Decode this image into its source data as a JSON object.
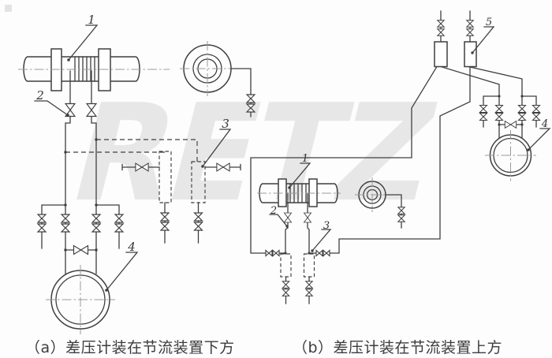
{
  "watermark": {
    "text": "RETZ",
    "color": "#e7e7e7"
  },
  "panel_a": {
    "caption": "（a）差压计装在节流装置下方",
    "labels": {
      "orifice": "1",
      "root_valve": "2",
      "condensate_pot": "3",
      "dp_gauge": "4"
    }
  },
  "panel_b": {
    "caption": "（b）差压计装在节流装置上方",
    "labels": {
      "orifice": "1",
      "root_valve": "2",
      "condensate_pot": "3",
      "dp_gauge": "4",
      "gas_collector": "5"
    }
  },
  "colors": {
    "line": "#3f3f3f",
    "centerline": "#9a9a9a",
    "caption_text": "#3c3c3c",
    "watermark": "#e7e7e7",
    "background": "#fdfdfd"
  }
}
